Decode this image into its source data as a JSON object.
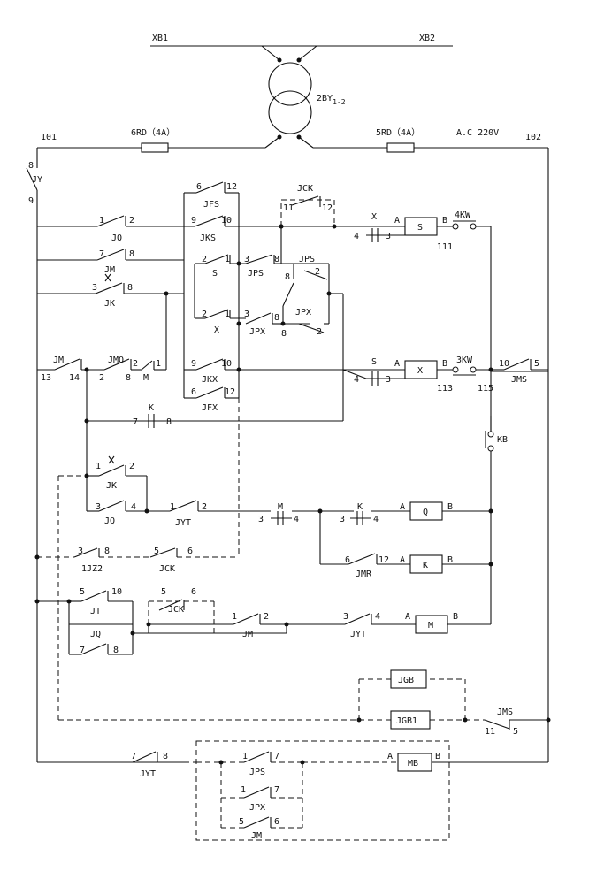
{
  "supply": {
    "bus_left": "XB1",
    "bus_right": "XB2",
    "transformer": "2BY",
    "transformer_sub": "1-2",
    "fuse_left": "6RD（4A）",
    "fuse_right": "5RD（4A）",
    "voltage": "A.C 220V",
    "node_left": "101",
    "node_right": "102"
  },
  "relays": {
    "JY": "JY",
    "JY_a": "8",
    "JY_b": "9",
    "JFS": "JFS",
    "JFS_a": "6",
    "JFS_b": "12",
    "JCK_top": "JCK",
    "JCK_top_a": "11",
    "JCK_top_b": "12",
    "JQ_1": "JQ",
    "JQ_1a": "1",
    "JQ_1b": "2",
    "JKS": "JKS",
    "JKS_a": "9",
    "JKS_b": "10",
    "X_top": "X",
    "X_top_a": "4",
    "X_top_b": "3",
    "S_coil": "S",
    "S_coil_a": "A",
    "S_coil_b": "B",
    "S_node": "111",
    "kw4": "4KW",
    "JM_1": "JM",
    "JM_1a": "7",
    "JM_1b": "8",
    "S_contact": "S",
    "S_contact_a": "2",
    "S_contact_b": "1",
    "JPS_1": "JPS",
    "JPS_1a": "3",
    "JPS_1b": "8",
    "JPS_2": "JPS",
    "JPS_2a": "8",
    "JPS_2b": "2",
    "JK_1": "JK",
    "JK_1a": "3",
    "JK_1b": "8",
    "X_contact": "X",
    "X_contact_a": "2",
    "X_contact_b": "1",
    "JPX_1": "JPX",
    "JPX_1a": "3",
    "JPX_1b": "8",
    "JPX_2": "JPX",
    "JPX_2a": "8",
    "JPX_2b": "2",
    "JM_2": "JM",
    "JM_2a": "13",
    "JM_2b": "14",
    "JMQ": "JMQ",
    "JMQ_a": "2",
    "JMQ_b": "8",
    "JMQ_c": "2",
    "JMQ_d": "1",
    "JMQ_m": "M",
    "JKX": "JKX",
    "JKX_a": "9",
    "JKX_b": "10",
    "S_mid": "S",
    "S_mid_a": "4",
    "S_mid_b": "3",
    "X_coil": "X",
    "X_coil_a": "A",
    "X_coil_b": "B",
    "X_node": "113",
    "kw3": "3KW",
    "JMS_1": "JMS",
    "JMS_1a": "10",
    "JMS_1b": "5",
    "JMS_node": "115",
    "JFX": "JFX",
    "JFX_a": "6",
    "JFX_b": "12",
    "K_1": "K",
    "K_1a": "7",
    "K_1b": "8",
    "KB": "KB",
    "JK_2": "JK",
    "JK_2a": "1",
    "JK_2b": "2",
    "JQ_2": "JQ",
    "JQ_2a": "3",
    "JQ_2b": "4",
    "JYT_1": "JYT",
    "JYT_1a": "1",
    "JYT_1b": "2",
    "M_1": "M",
    "M_1a": "3",
    "M_1b": "4",
    "K_2": "K",
    "K_2a": "3",
    "K_2b": "4",
    "Q_coil": "Q",
    "Q_coil_a": "A",
    "Q_coil_b": "B",
    "JZ2": "1JZ2",
    "JZ2_a": "3",
    "JZ2_b": "8",
    "JCK_2": "JCK",
    "JCK_2a": "5",
    "JCK_2b": "6",
    "JMR": "JMR",
    "JMR_a": "6",
    "JMR_b": "12",
    "K_coil": "K",
    "K_coil_a": "A",
    "K_coil_b": "B",
    "JT": "JT",
    "JT_a": "5",
    "JT_b": "10",
    "JCK_3": "JCK",
    "JCK_3a": "5",
    "JCK_3b": "6",
    "JM_3": "JM",
    "JM_3a": "1",
    "JM_3b": "2",
    "JYT_2": "JYT",
    "JYT_2a": "3",
    "JYT_2b": "4",
    "M_coil": "M",
    "M_coil_a": "A",
    "M_coil_b": "B",
    "JQ_3": "JQ",
    "JQ_3a": "7",
    "JQ_3b": "8",
    "JGB": "JGB",
    "JGB1": "JGB1",
    "JMS_2": "JMS",
    "JMS_2a": "11",
    "JMS_2b": "5",
    "JYT_3": "JYT",
    "JYT_3a": "7",
    "JYT_3b": "8",
    "JPS_3": "JPS",
    "JPS_3a": "1",
    "JPS_3b": "7",
    "JPX_3": "JPX",
    "JPX_3a": "1",
    "JPX_3b": "7",
    "JM_4": "JM",
    "JM_4a": "5",
    "JM_4b": "6",
    "MB_coil": "MB",
    "MB_coil_a": "A",
    "MB_coil_b": "B"
  },
  "colors": {
    "line": "#111111",
    "background": "#ffffff"
  }
}
